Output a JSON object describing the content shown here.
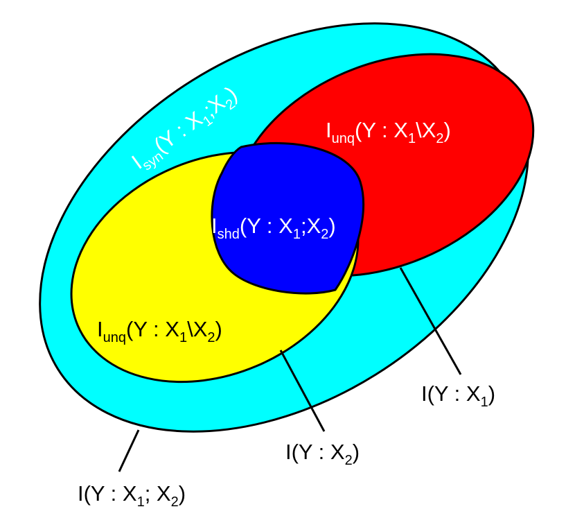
{
  "colors": {
    "outer": "#00ffff",
    "x1_unique": "#ff0000",
    "x2_unique": "#ffff00",
    "shared": "#0000ff",
    "outline": "#000000"
  },
  "labels": {
    "synergy": {
      "main": "I",
      "sub": "syn",
      "pre": "(Y : X",
      "s1": "1",
      "mid": ";X",
      "s2": "2",
      "post": ")"
    },
    "unique_x1": {
      "main": "I",
      "sub": "unq",
      "pre": "(Y : X",
      "s1": "1",
      "mid": "\\X",
      "s2": "2",
      "post": ")"
    },
    "unique_x2": {
      "main": "I",
      "sub": "unq",
      "pre": "(Y : X",
      "s1": "1",
      "mid": "\\X",
      "s2": "2",
      "post": ")"
    },
    "shared": {
      "main": "I",
      "sub": "shd",
      "pre": "(Y : X",
      "s1": "1",
      "mid": ";X",
      "s2": "2",
      "post": ")"
    },
    "mi_x1": {
      "pre": "I(Y : X",
      "s1": "1",
      "post": ")"
    },
    "mi_x2": {
      "pre": "I(Y : X",
      "s1": "2",
      "post": ")"
    },
    "mi_joint": {
      "pre": "I(Y : X",
      "s1": "1",
      "mid": "; X",
      "s2": "2",
      "post": ")"
    }
  }
}
